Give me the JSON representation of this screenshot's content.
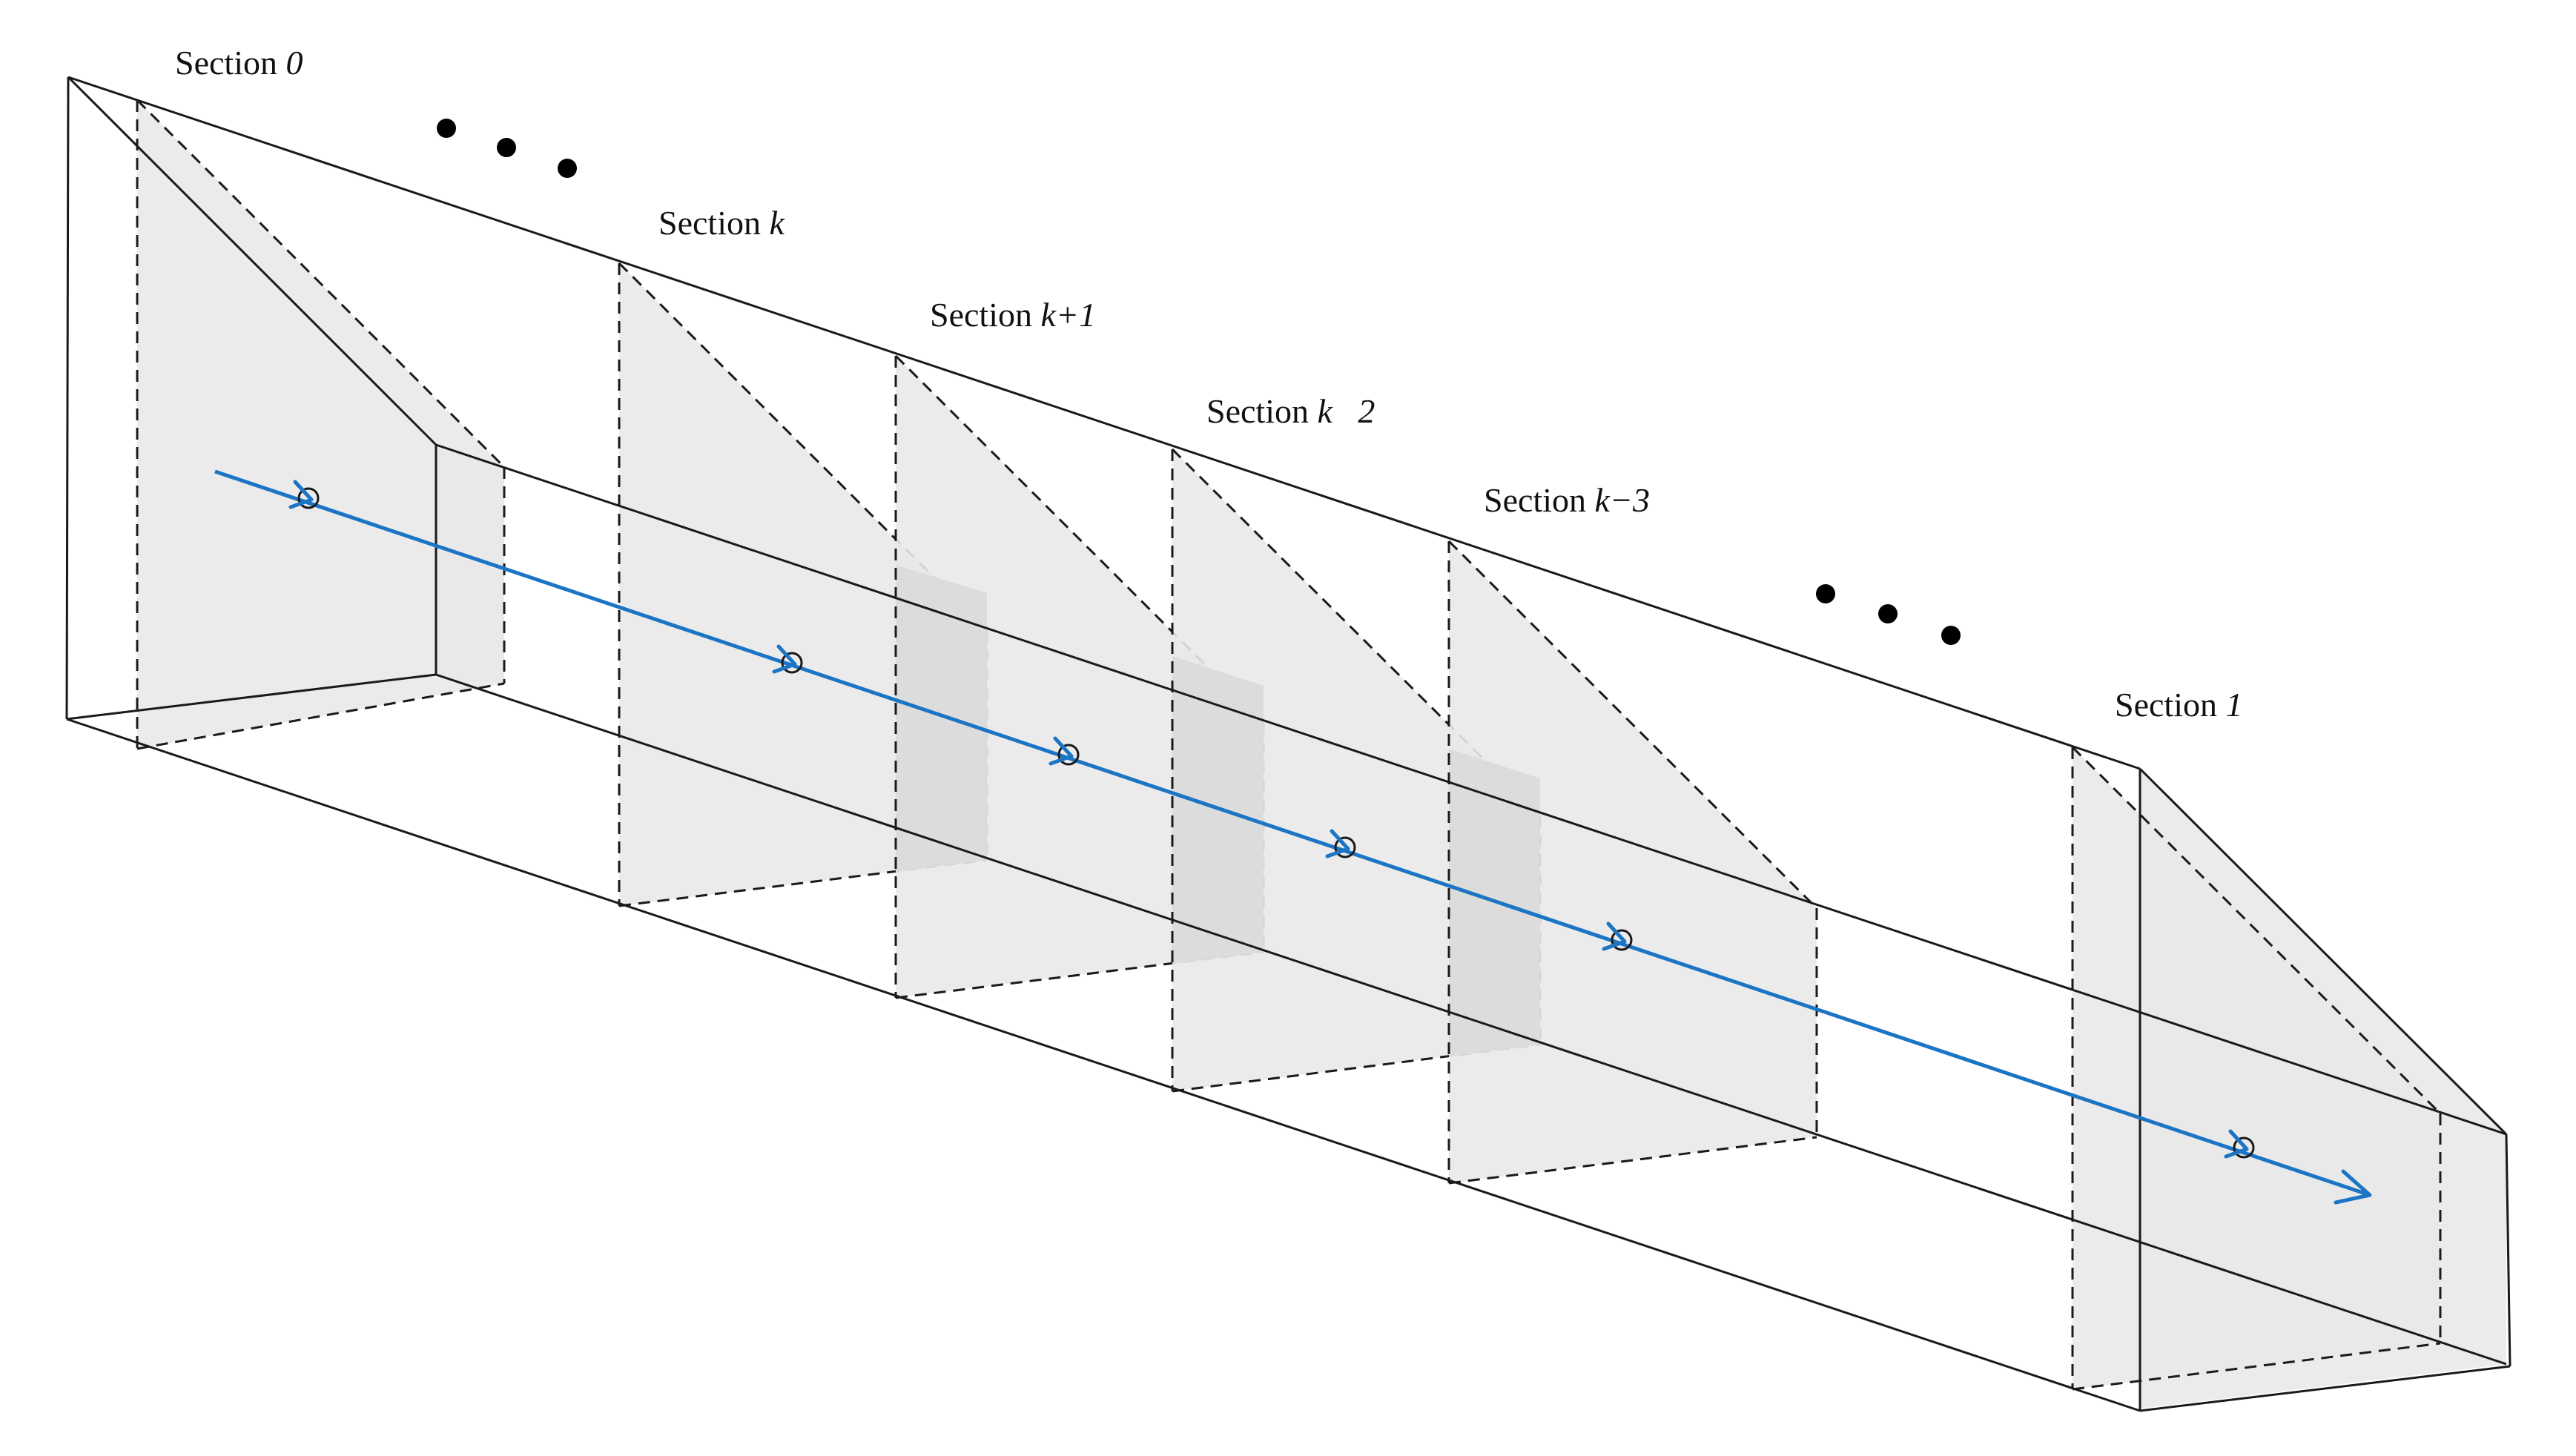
{
  "diagram": {
    "sections": [
      {
        "prefix": "Section ",
        "var": "0"
      },
      {
        "prefix": "Section ",
        "var": "k"
      },
      {
        "prefix": "Section ",
        "var": "k+1"
      },
      {
        "prefix": "Section ",
        "var": "k   2"
      },
      {
        "prefix": "Section ",
        "var": "k−3"
      },
      {
        "prefix": "Section ",
        "var": "1"
      }
    ],
    "colors": {
      "flow": "#1b74c4",
      "panel": "#e9e9e9",
      "edge": "#1a1a1a"
    }
  }
}
